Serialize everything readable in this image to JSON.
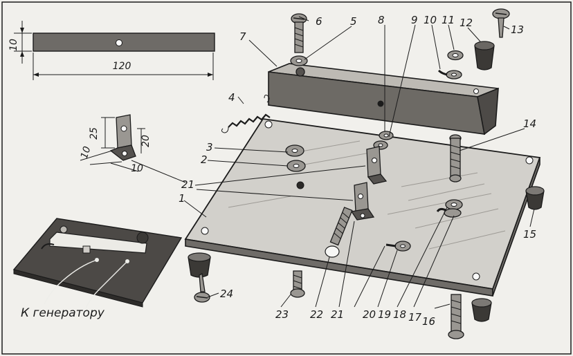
{
  "diagram": {
    "strip": {
      "width_dim": "10",
      "length_dim": "120"
    },
    "bracket": {
      "dim_a": "25",
      "dim_b": "20",
      "dim_c": "10",
      "dim_d": "10"
    },
    "caption": "К генератору",
    "labels": {
      "p1": "1",
      "p2": "2",
      "p3": "3",
      "p4": "4",
      "p5": "5",
      "p6": "6",
      "p7": "7",
      "p8": "8",
      "p9": "9",
      "p10": "10",
      "p11": "11",
      "p12": "12",
      "p13": "13",
      "p14": "14",
      "p15": "15",
      "p16": "16",
      "p17": "17",
      "p18": "18",
      "p19": "19",
      "p20": "20",
      "p21": "21",
      "p21b": "21",
      "p22": "22",
      "p23": "23",
      "p24": "24"
    }
  }
}
